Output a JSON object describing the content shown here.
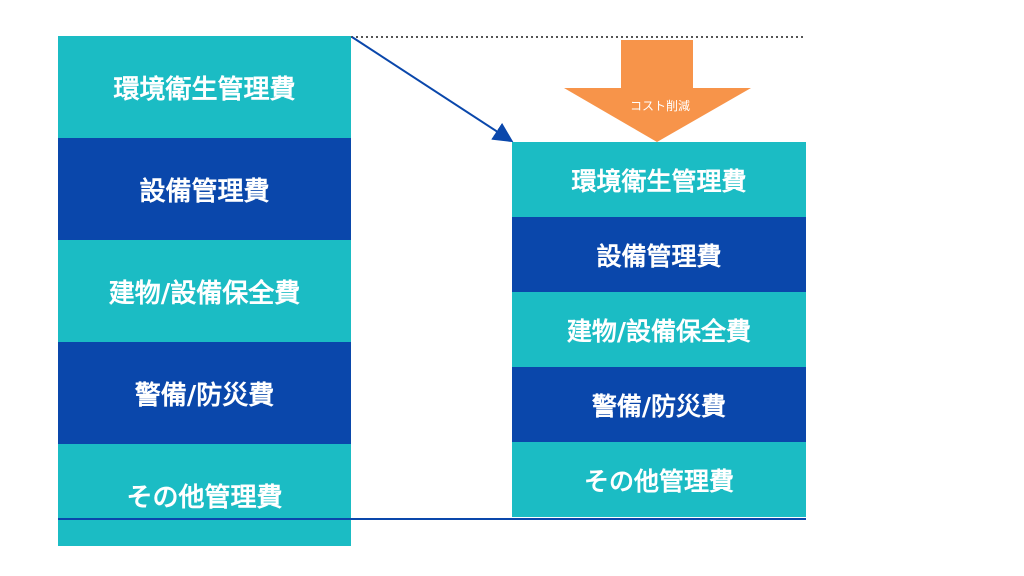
{
  "left_stack": [
    {
      "label": "環境衛生管理費",
      "color": "#1bbcc4"
    },
    {
      "label": "設備管理費",
      "color": "#0a47ab"
    },
    {
      "label": "建物/設備保全費",
      "color": "#1bbcc4"
    },
    {
      "label": "警備/防災費",
      "color": "#0a47ab"
    },
    {
      "label": "その他管理費",
      "color": "#1bbcc4"
    }
  ],
  "right_stack": [
    {
      "label": "環境衛生管理費",
      "color": "#1bbcc4"
    },
    {
      "label": "設備管理費",
      "color": "#0a47ab"
    },
    {
      "label": "建物/設備保全費",
      "color": "#1bbcc4"
    },
    {
      "label": "警備/防災費",
      "color": "#0a47ab"
    },
    {
      "label": "その他管理費",
      "color": "#1bbcc4"
    }
  ],
  "reduction_arrow": {
    "label": "コスト削減",
    "color": "#f7944a"
  },
  "connector_color": "#0a47ab",
  "dotted_line_color": "#555555"
}
